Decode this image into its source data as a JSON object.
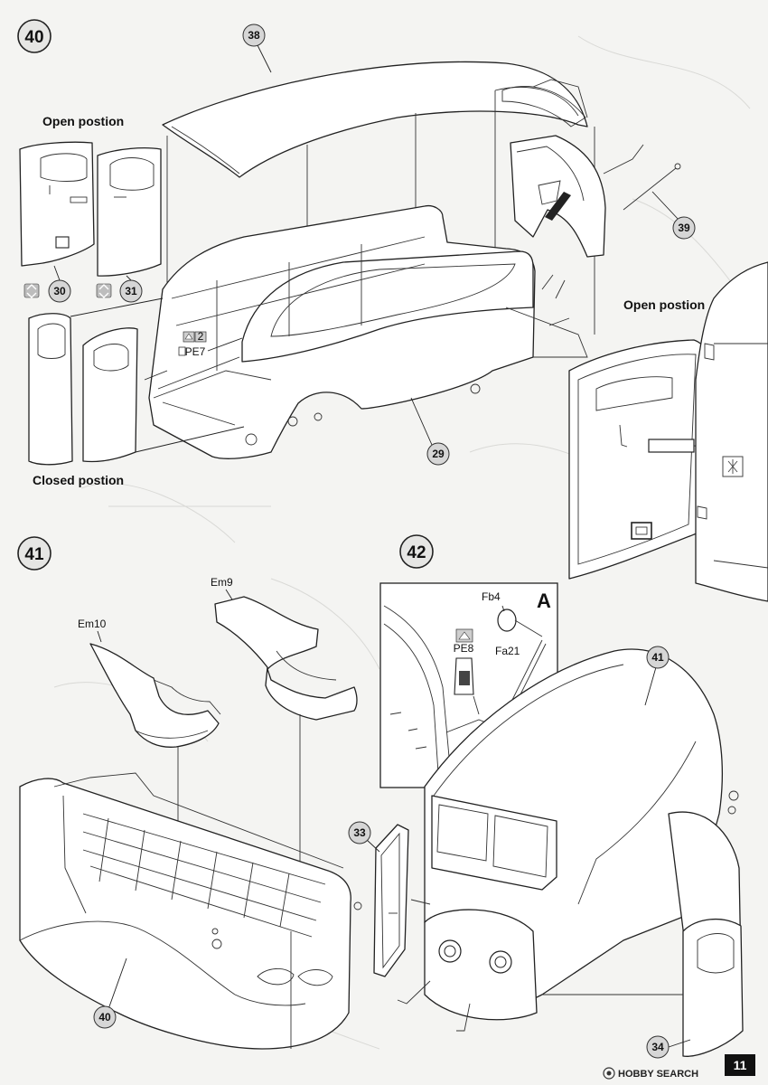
{
  "steps": {
    "s40": "40",
    "s41": "41",
    "s42": "42"
  },
  "notes": {
    "open_top": "Open postion",
    "closed": "Closed postion",
    "open_right": "Open postion"
  },
  "parts": {
    "p38": "38",
    "p39": "39",
    "p30": "30",
    "p31": "31",
    "p29": "29",
    "pe7": "PE7",
    "pe7_count": "2",
    "em9": "Em9",
    "em10": "Em10",
    "p40": "40",
    "fb4": "Fb4",
    "pe8": "PE8",
    "fa21": "Fa21",
    "p41": "41",
    "p33": "33",
    "p34": "34"
  },
  "detail_label": "A",
  "page_number": "11",
  "watermark": "HOBBY SEARCH",
  "colors": {
    "background": "#f4f4f2",
    "label_fill": "#d6d6d6",
    "page_tab": "#111111"
  }
}
